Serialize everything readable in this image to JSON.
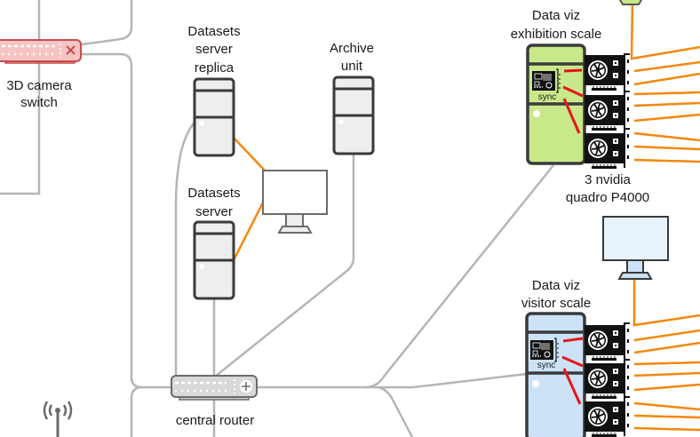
{
  "diagram": {
    "title": "",
    "colors": {
      "wire": "#b5b5b5",
      "video_link": "#f5870f",
      "sync_link": "#e8151b",
      "exhibition_tower": "#c9e88a",
      "visitor_tower": "#cce3f7",
      "server": "#eeeeee",
      "camera_switch": "#f7c4c4"
    },
    "nodes": {
      "camera_switch": {
        "label_line1": "3D camera",
        "label_line2": "switch",
        "icon": "network-switch-icon"
      },
      "dataset_replica": {
        "label_line1": "Datasets",
        "label_line2": "server",
        "label_line3": "replica",
        "icon": "server-tower-icon"
      },
      "archive": {
        "label_line1": "Archive",
        "label_line2": "unit",
        "icon": "server-tower-icon"
      },
      "dataset_server": {
        "label_line1": "Datasets",
        "label_line2": "server",
        "icon": "server-tower-icon"
      },
      "monitor_center": {
        "icon": "monitor-icon"
      },
      "exhibition": {
        "label_line1": "Data viz",
        "label_line2": "exhibition scale",
        "sync_label": "sync",
        "icon": "workstation-tower-icon"
      },
      "gpus": {
        "label_line1": "3 nvidia",
        "label_line2": "quadro P4000",
        "count": 3,
        "icon": "gpu-card-icon"
      },
      "visitor": {
        "label_line1": "Data viz",
        "label_line2": "visitor scale",
        "sync_label": "sync",
        "icon": "workstation-tower-icon"
      },
      "monitor_visitor": {
        "icon": "monitor-icon"
      },
      "router": {
        "label": "central router",
        "icon": "router-icon"
      },
      "antenna": {
        "icon": "wireless-antenna-icon"
      }
    }
  }
}
